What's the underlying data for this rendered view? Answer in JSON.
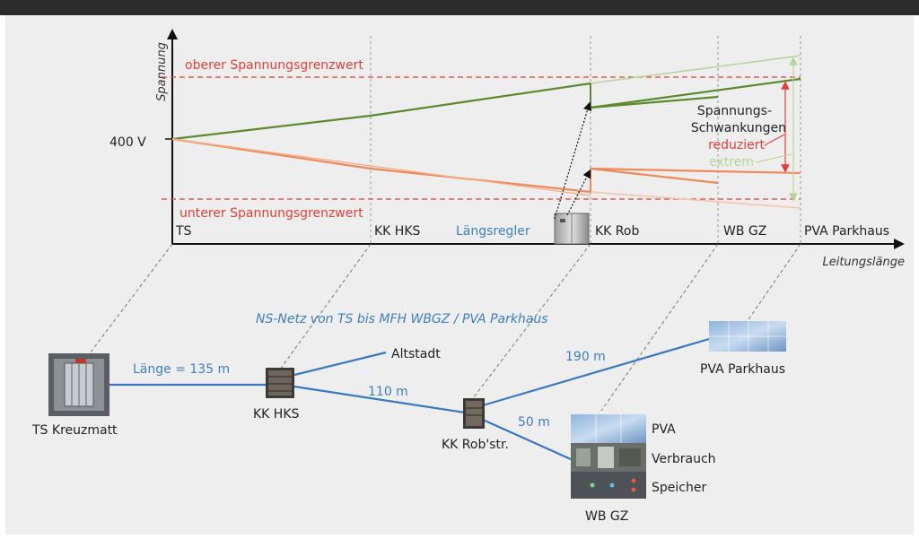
{
  "chart": {
    "y_axis_label": "Spannung",
    "x_axis_label": "Leitungslänge",
    "upper_limit_label": "oberer Spannungsgrenzwert",
    "lower_limit_label": "unterer Spannungsgrenzwert",
    "nominal_label": "400 V",
    "positions": [
      "TS",
      "KK HKS",
      "KK Rob",
      "WB GZ",
      "PVA Parkhaus"
    ],
    "regulator_label": "Längsregler",
    "fluctuation_label_1": "Spannungs-",
    "fluctuation_label_2": "Schwankungen",
    "reduced_label": "reduziert",
    "extreme_label": "extrem"
  },
  "network": {
    "title": "NS-Netz von TS bis MFH WBGZ / PVA Parkhaus",
    "nodes": {
      "ts": "TS Kreuzmatt",
      "kk_hks": "KK HKS",
      "altstadt": "Altstadt",
      "kk_rob": "KK Rob'str.",
      "pva_parkhaus": "PVA Parkhaus",
      "wb_gz": "WB GZ"
    },
    "segments": {
      "ts_hks": "Länge = 135 m",
      "hks_rob": "110 m",
      "rob_pva": "190 m",
      "rob_wbgz": "50 m"
    },
    "wbgz_items": [
      "PVA",
      "Verbrauch",
      "Speicher"
    ]
  },
  "colors": {
    "over_voltage_line": "#5b8a2f",
    "over_voltage_light": "#b6d39a",
    "under_voltage_line": "#ee8a5a",
    "limit_line": "#e0403a",
    "label_blue": "#3e7fc1",
    "cable_blue": "#3a78c0"
  }
}
